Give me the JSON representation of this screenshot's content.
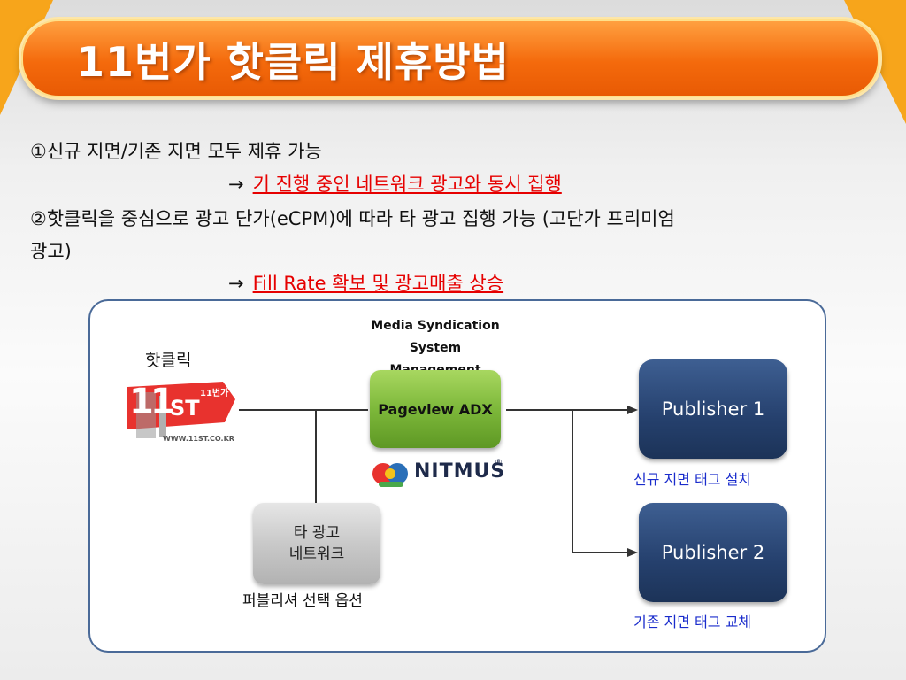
{
  "title": "11번가 핫클릭 제휴방법",
  "bullets": {
    "item1": "①신규 지면/기존 지면 모두 제휴 가능",
    "item1_result": "기 진행 중인 네트워크 광고와 동시 집행",
    "item2_line1": "②핫클릭을 중심으로 광고 단가(eCPM)에 따라 타 광고 집행 가능 (고단가 프리미엄",
    "item2_line2": "광고)",
    "item2_result": "Fill Rate 확보 및 광고매출 상승",
    "arrow_symbol": "→"
  },
  "diagram": {
    "hotclick_label": "핫클릭",
    "logo_11st": {
      "big": "11",
      "st": "ST",
      "korean": "11번가",
      "url": "WWW.11ST.CO.KR"
    },
    "mss_line1": "Media Syndication",
    "mss_line2": "System Management",
    "adx_label": "Pageview ADX",
    "nitmus_label": "NITMUS",
    "nitmus_mark": "®",
    "publisher1": "Publisher 1",
    "publisher1_caption": "신규 지면 태그 설치",
    "publisher2": "Publisher 2",
    "publisher2_caption": "기존 지면 태그 교체",
    "other_network_line1": "타 광고",
    "other_network_line2": "네트워크",
    "other_network_caption": "퍼블리셔 선택 옵션"
  },
  "colors": {
    "title_bar": "#f46a0c",
    "highlight_red": "#e60000",
    "caption_blue": "#1a2ccc",
    "adx_green": "#7db83a",
    "publisher_navy": "#25406d"
  }
}
